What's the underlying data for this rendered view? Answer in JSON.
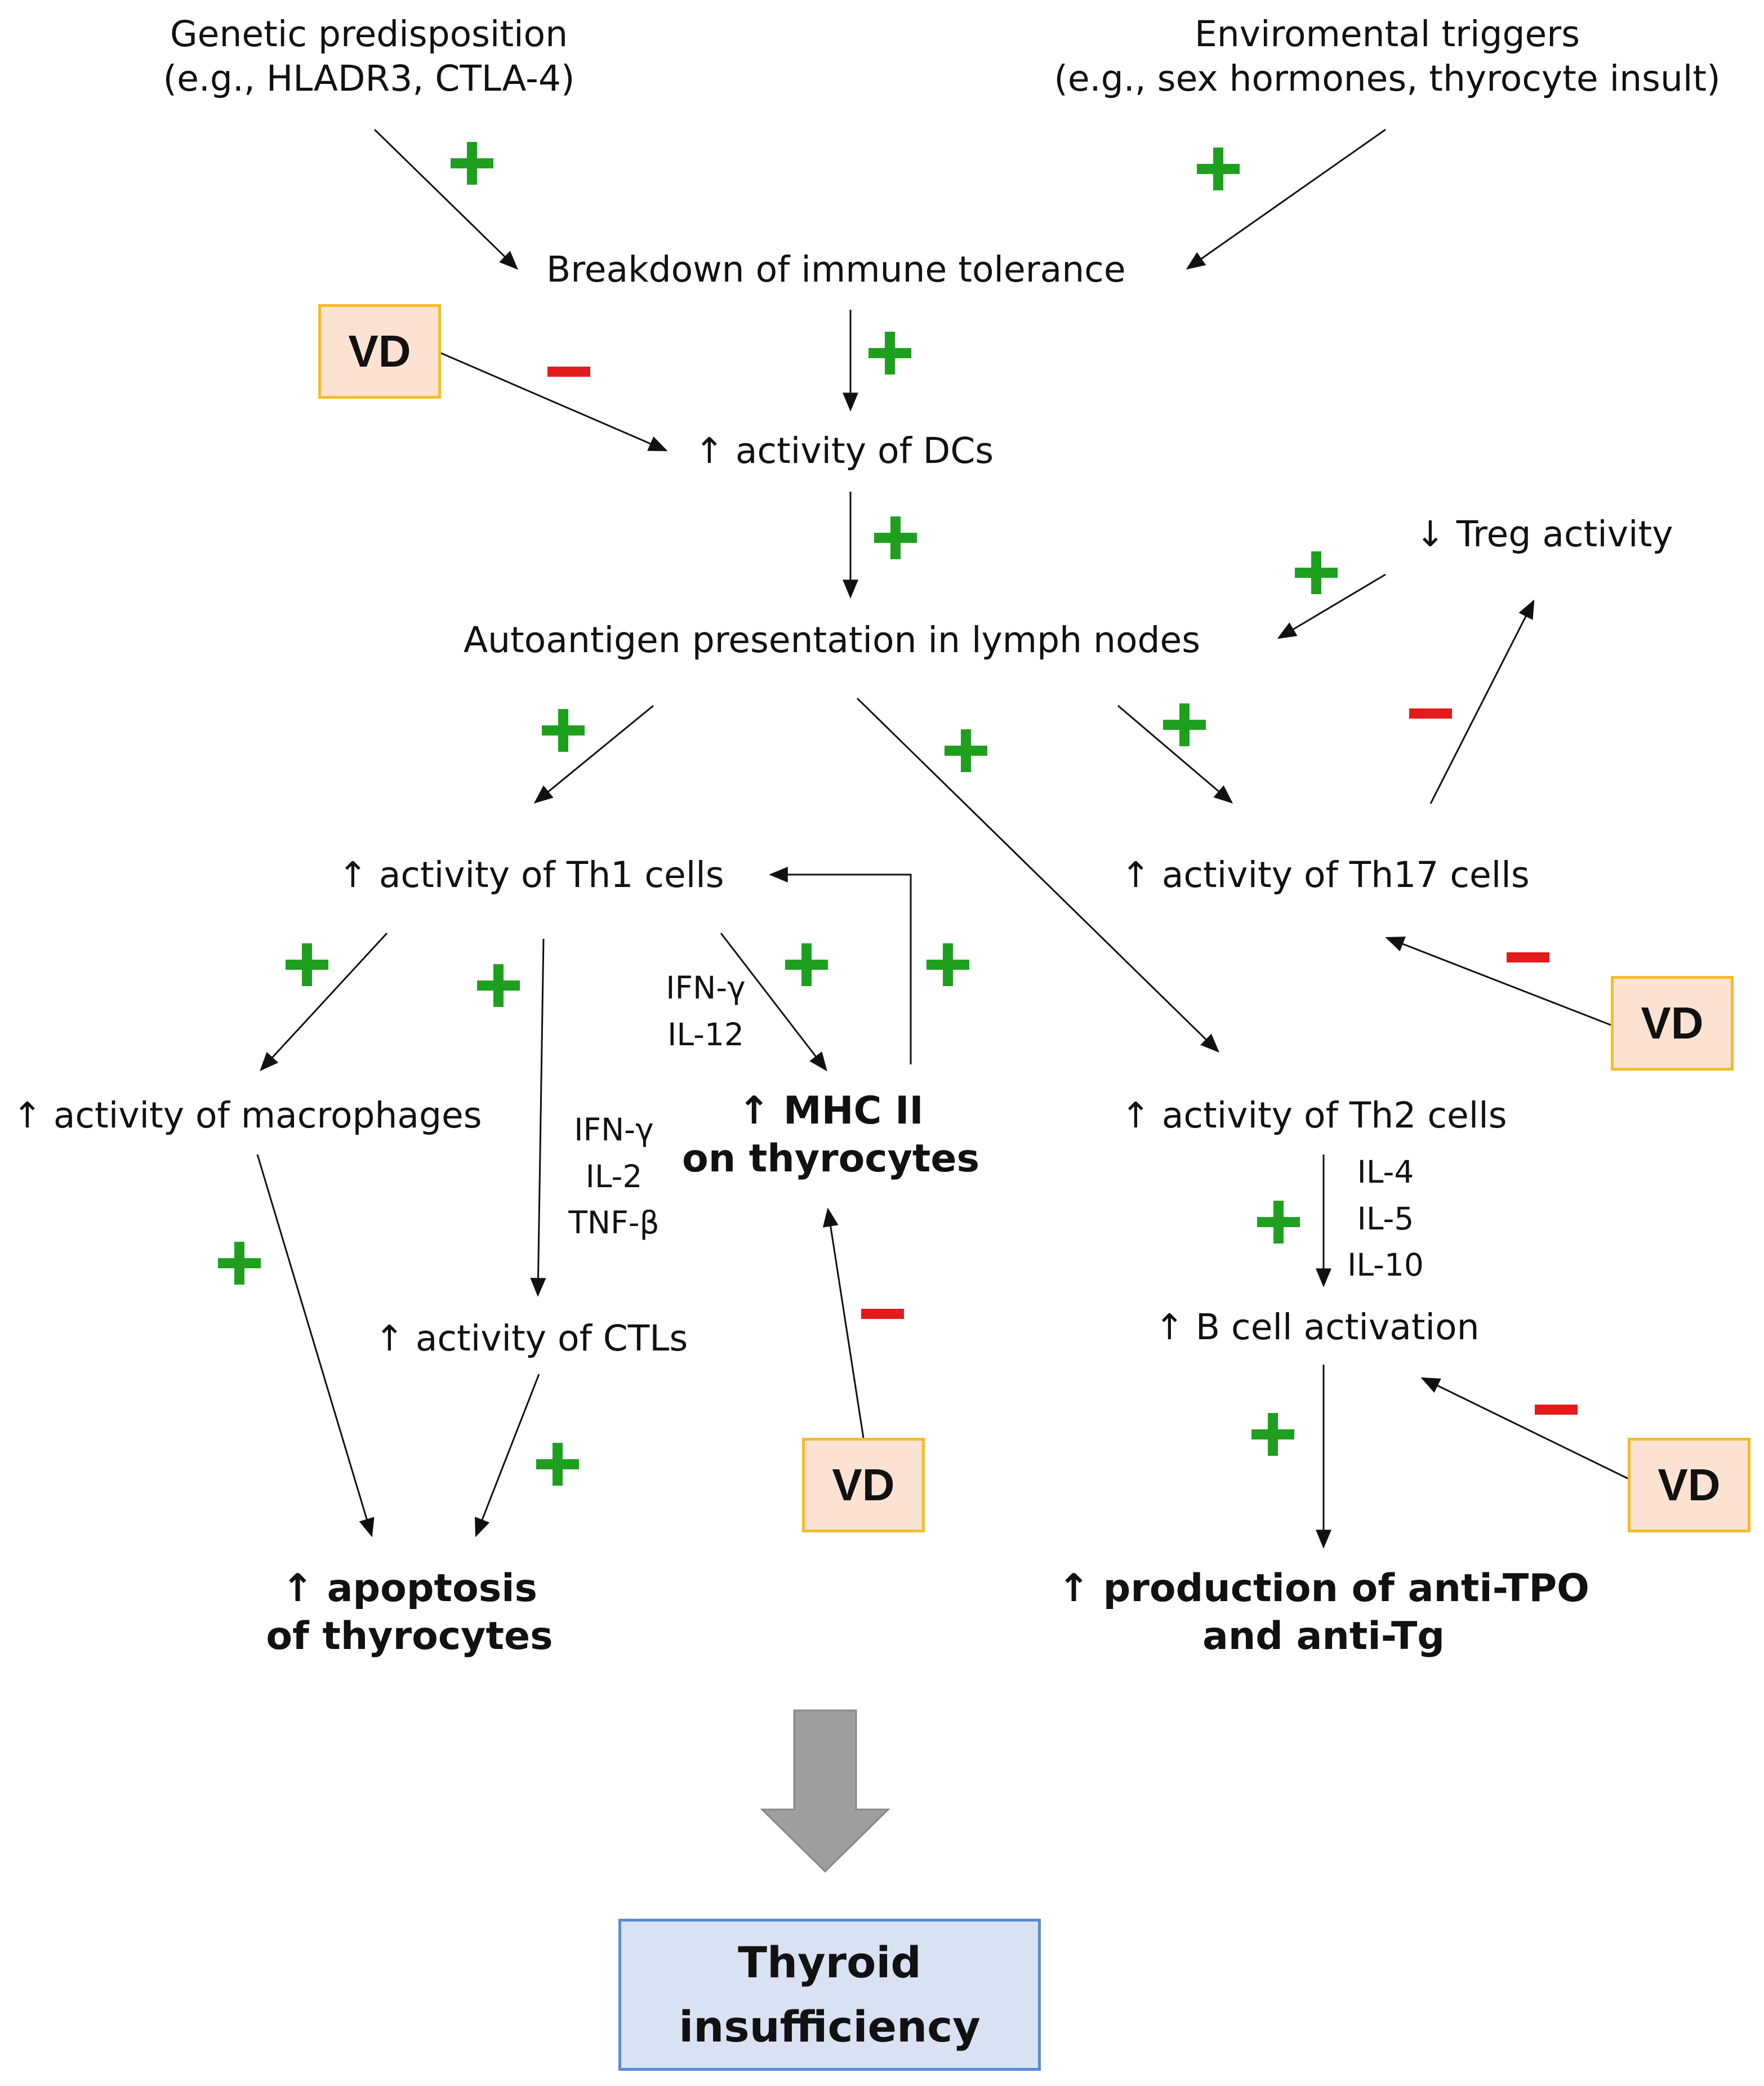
{
  "nodes": {
    "genetic_line1": "Genetic predisposition",
    "genetic_line2": "(e.g., HLADR3, CTLA-4)",
    "env_line1": "Enviromental triggers",
    "env_line2": "(e.g., sex hormones, thyrocyte insult)",
    "breakdown": "Breakdown of immune tolerance",
    "dcs": "↑ activity of DCs",
    "treg": "↓ Treg activity",
    "autoantigen": "Autoantigen presentation in lymph nodes",
    "th1": "↑ activity of Th1 cells",
    "th17": "↑ activity of Th17 cells",
    "macrophages": "↑ activity of macrophages",
    "mhc_line1": "↑ MHC II",
    "mhc_line2": "on thyrocytes",
    "th2": "↑ activity of Th2 cells",
    "ctls": "↑ activity of CTLs",
    "bcell": "↑ B cell activation",
    "apoptosis_line1": "↑ apoptosis",
    "apoptosis_line2": "of thyrocytes",
    "antibodies_line1": "↑ production of anti-TPO",
    "antibodies_line2": "and anti-Tg",
    "outcome_line1": "Thyroid",
    "outcome_line2": "insufficiency"
  },
  "vd_label": "VD",
  "cytokines": {
    "th1_to_mhc": [
      "IFN-γ",
      "IL-12"
    ],
    "th1_to_ctl": [
      "IFN-γ",
      "IL-2",
      "TNF-β"
    ],
    "th2_to_bcell": [
      "IL-4",
      "IL-5",
      "IL-10"
    ]
  },
  "edges": [
    {
      "from": "genetic",
      "to": "breakdown",
      "effect": "+"
    },
    {
      "from": "environmental",
      "to": "breakdown",
      "effect": "+"
    },
    {
      "from": "breakdown",
      "to": "dcs",
      "effect": "+"
    },
    {
      "from": "VD",
      "to": "dcs",
      "effect": "-"
    },
    {
      "from": "dcs",
      "to": "autoantigen",
      "effect": "+"
    },
    {
      "from": "treg",
      "to": "autoantigen",
      "effect": "+"
    },
    {
      "from": "autoantigen",
      "to": "th1",
      "effect": "+"
    },
    {
      "from": "autoantigen",
      "to": "th2",
      "effect": "+"
    },
    {
      "from": "autoantigen",
      "to": "th17",
      "effect": "+"
    },
    {
      "from": "th17",
      "to": "treg",
      "effect": "-"
    },
    {
      "from": "VD",
      "to": "th17",
      "effect": "-"
    },
    {
      "from": "th1",
      "to": "macrophages",
      "effect": "+"
    },
    {
      "from": "th1",
      "to": "ctls",
      "effect": "+"
    },
    {
      "from": "th1",
      "to": "mhc",
      "effect": "+"
    },
    {
      "from": "mhc",
      "to": "th1",
      "effect": "+"
    },
    {
      "from": "VD",
      "to": "mhc",
      "effect": "-"
    },
    {
      "from": "macrophages",
      "to": "apoptosis",
      "effect": "+"
    },
    {
      "from": "ctls",
      "to": "apoptosis",
      "effect": "+"
    },
    {
      "from": "th2",
      "to": "bcell",
      "effect": "+"
    },
    {
      "from": "VD",
      "to": "bcell",
      "effect": "-"
    },
    {
      "from": "bcell",
      "to": "antibodies",
      "effect": "+"
    },
    {
      "from": "apoptosis_and_antibodies",
      "to": "outcome",
      "effect": ""
    }
  ],
  "colors": {
    "plus": "#1ea01e",
    "minus": "#e31b1b",
    "vd_fill": "#fbe2d3",
    "vd_border": "#f3bc28",
    "outcome_fill": "#d9e2f2",
    "outcome_border": "#5b8bd2",
    "big_arrow": "#9e9e9e"
  }
}
